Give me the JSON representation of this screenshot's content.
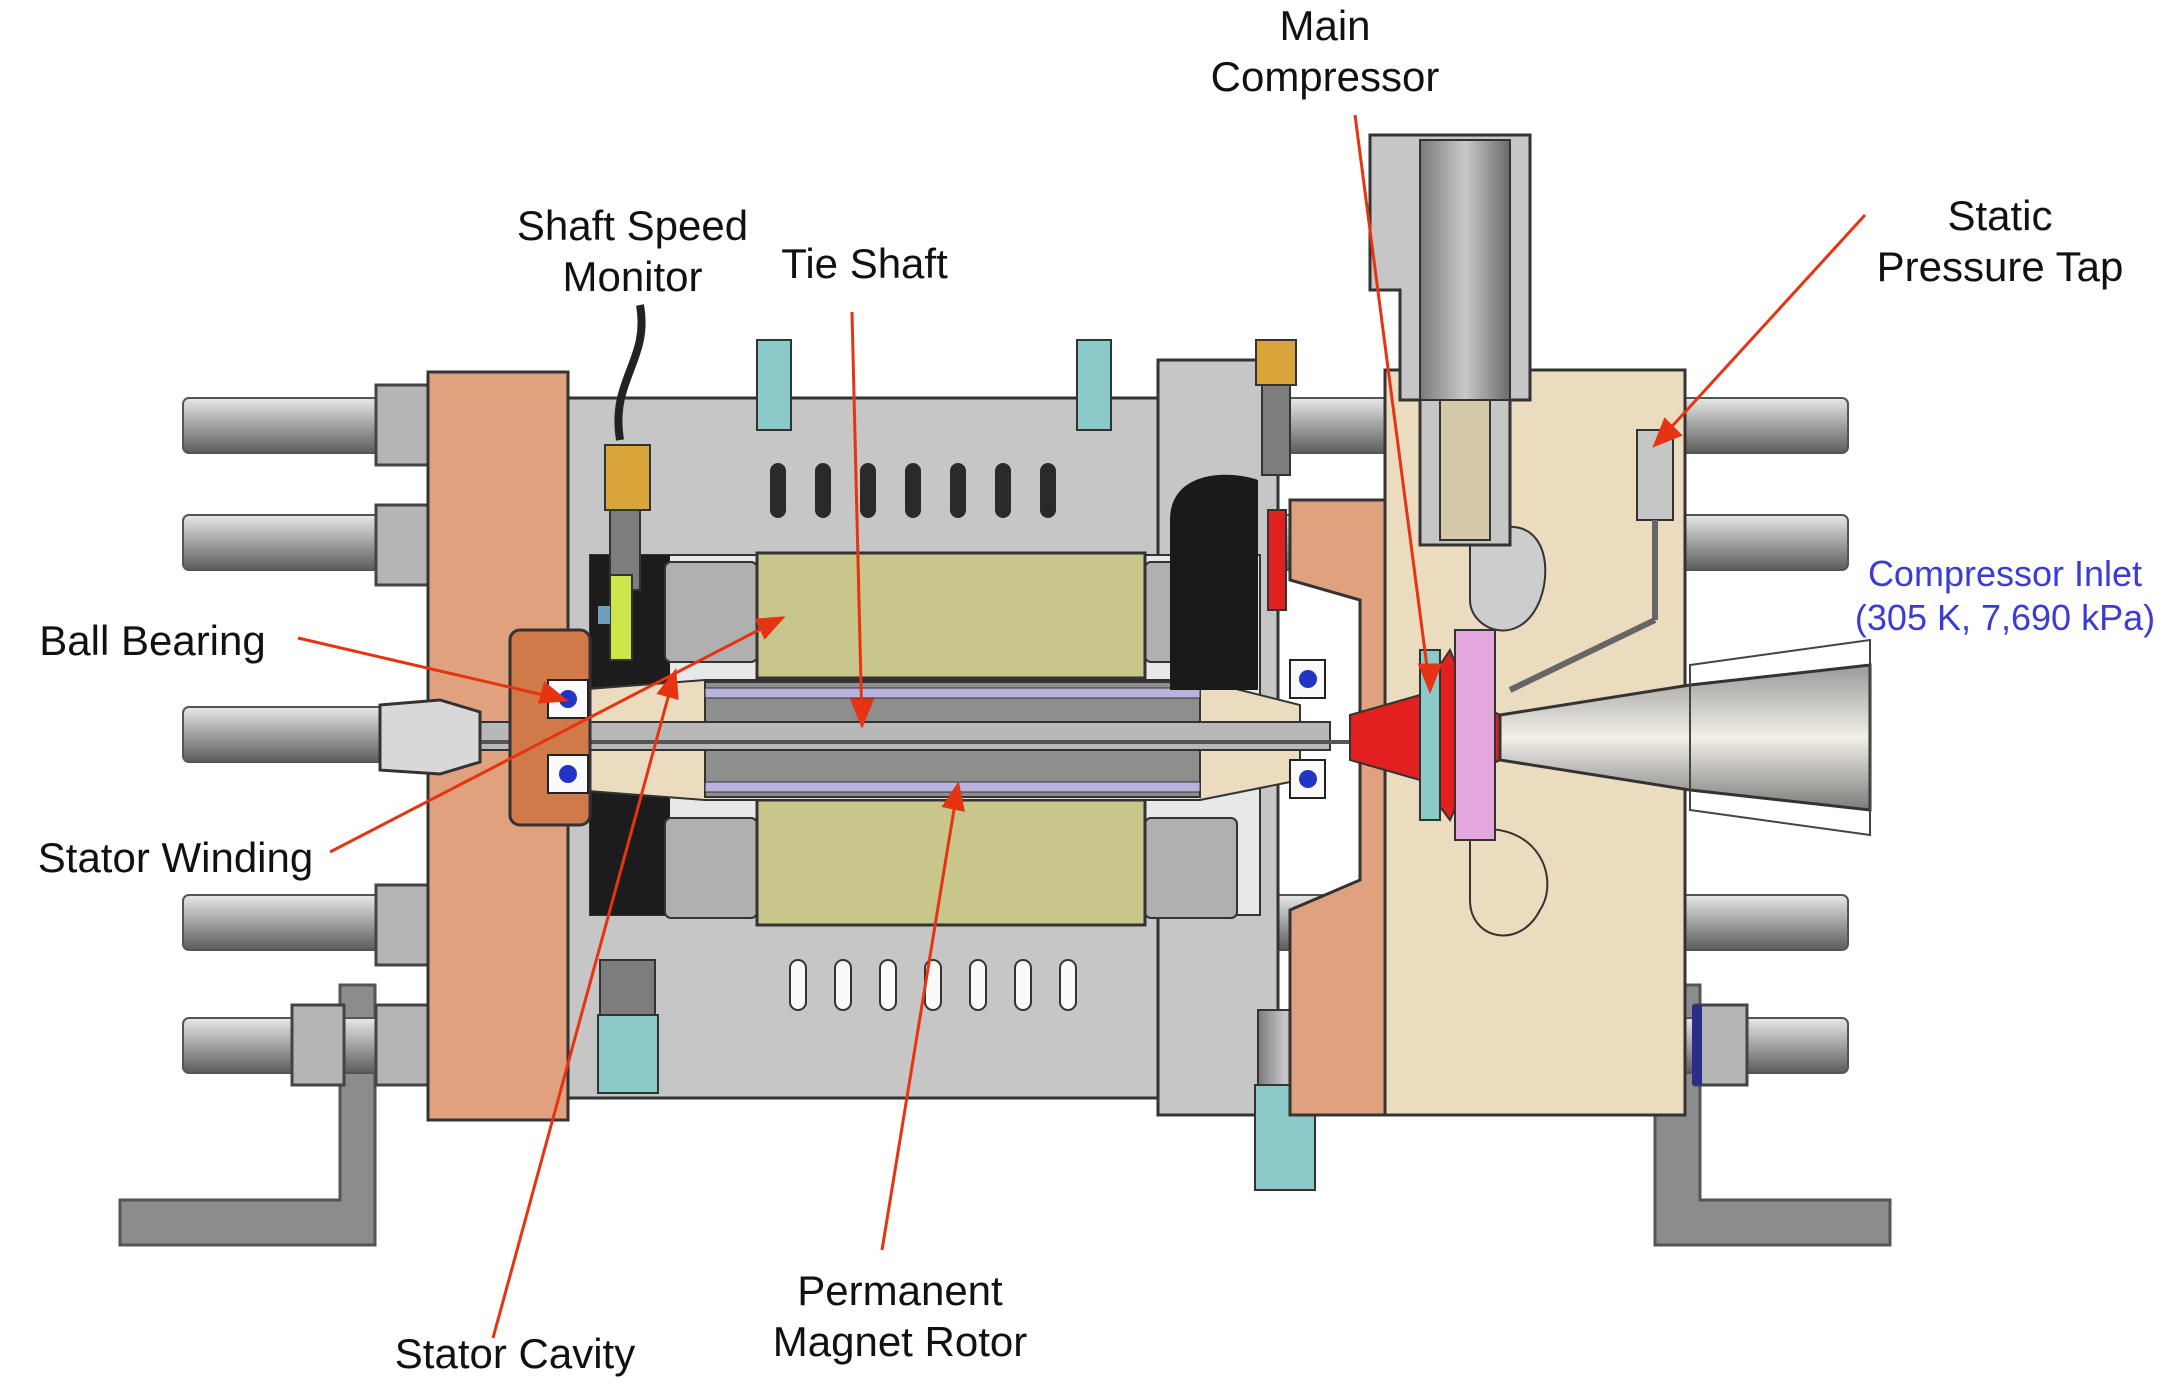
{
  "labels": {
    "main_compressor": [
      "Main",
      "Compressor"
    ],
    "shaft_speed_monitor": [
      "Shaft Speed",
      "Monitor"
    ],
    "tie_shaft": "Tie Shaft",
    "static_pressure_tap": [
      "Static",
      "Pressure Tap"
    ],
    "compressor_inlet": [
      "Compressor Inlet",
      "(305 K, 7,690 kPa)"
    ],
    "ball_bearing": "Ball Bearing",
    "stator_winding": "Stator Winding",
    "stator_cavity": "Stator Cavity",
    "permanent_magnet_rotor": [
      "Permanent",
      "Magnet Rotor"
    ]
  },
  "colors": {
    "leader_line": "#e63312",
    "inlet_text": "#3b3bd6",
    "housing_gray": "#c6c6c6",
    "flange_salmon": "#e0a17e",
    "compressor_tan": "#ecdcbf",
    "stator_olive": "#c8c68a",
    "rod_gray": "#9c9c9c",
    "impeller_red": "#e32020",
    "fitting_teal": "#8cc9c9",
    "fitting_gold": "#d9a53a"
  }
}
